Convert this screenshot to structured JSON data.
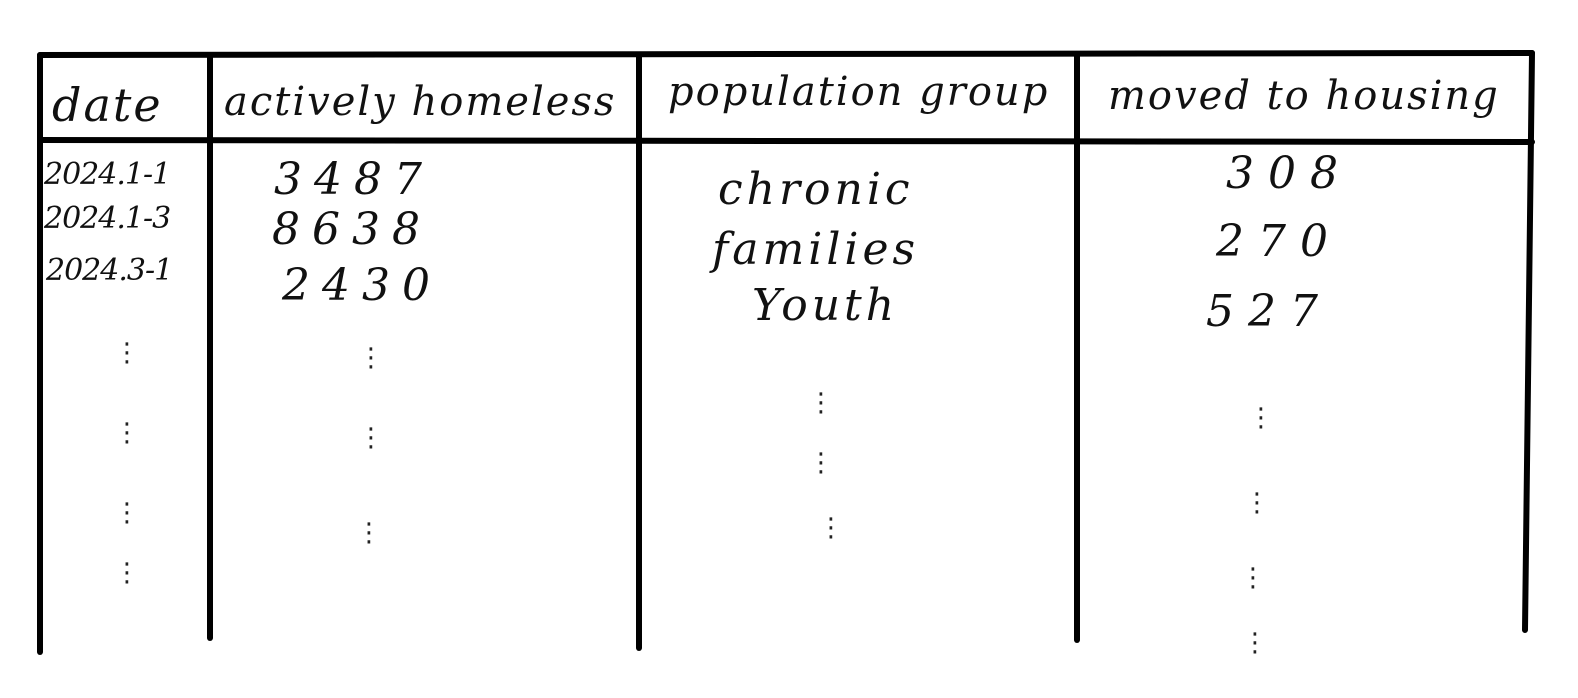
{
  "table": {
    "headers": [
      "date",
      "actively homeless",
      "population group",
      "moved to housing"
    ],
    "rows": [
      {
        "date": "2024.1-1",
        "actively_homeless": "3487",
        "population_group": "chronic",
        "moved_to_housing": "308"
      },
      {
        "date": "2024.1-3",
        "actively_homeless": "8638",
        "population_group": "families",
        "moved_to_housing": "270"
      },
      {
        "date": "2024.3-1",
        "actively_homeless": "2430",
        "population_group": "Youth",
        "moved_to_housing": "527"
      }
    ],
    "continuation_mark": "⋮"
  }
}
